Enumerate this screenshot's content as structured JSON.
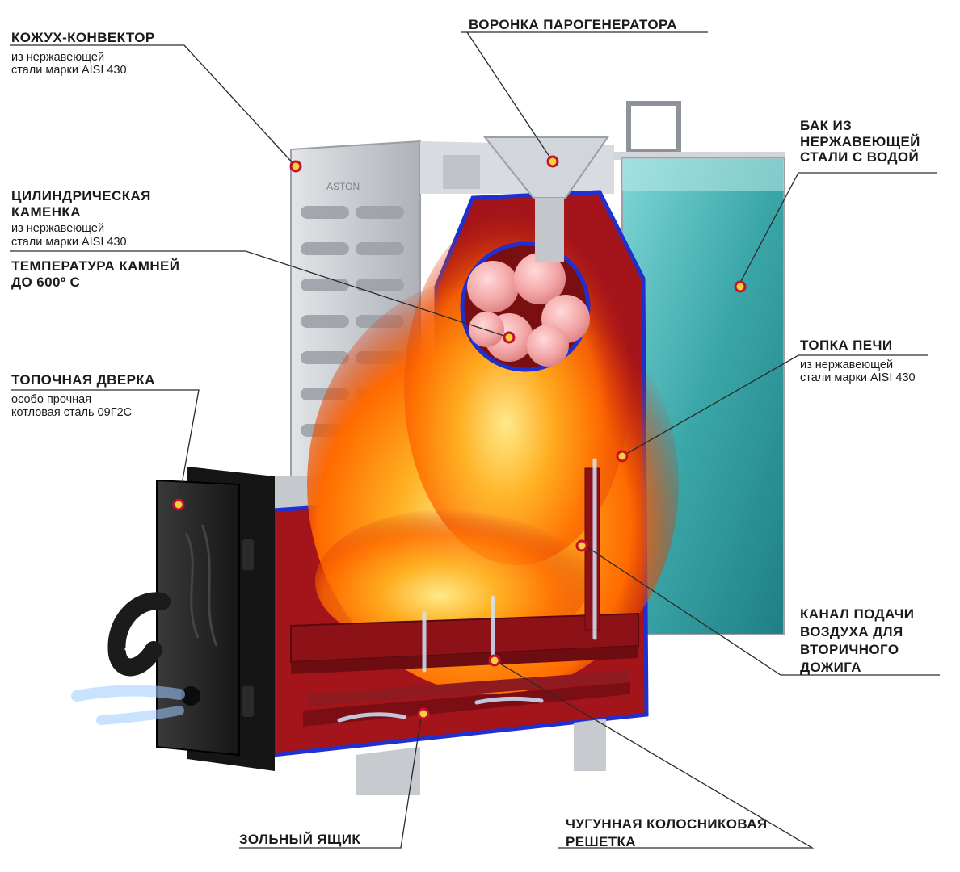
{
  "labels": {
    "convector": {
      "title": "КОЖУХ-КОНВЕКТОР",
      "sub": "из нержавеющей\nстали марки AISI 430"
    },
    "funnel": {
      "title": "ВОРОНКА ПАРОГЕНЕРАТОРА"
    },
    "tank": {
      "title": "БАК ИЗ\nНЕРЖАВЕЮЩЕЙ\nСТАЛИ С ВОДОЙ"
    },
    "heater": {
      "title": "ЦИЛИНДРИЧЕСКАЯ\nКАМЕНКА",
      "sub": "из нержавеющей\nстали марки AISI 430"
    },
    "stones_temp": {
      "title": "ТЕМПЕРАТУРА КАМНЕЙ\nДО 600º С"
    },
    "firebox": {
      "title": "ТОПКА ПЕЧИ",
      "sub": "из нержавеющей\nстали марки AISI 430"
    },
    "door": {
      "title": "ТОПОЧНАЯ ДВЕРКА",
      "sub": "особо прочная\nкотловая сталь 09Г2С"
    },
    "air_channel": {
      "title": "КАНАЛ ПОДАЧИ\nВОЗДУХА ДЛЯ\nВТОРИЧНОГО\nДОЖИГА"
    },
    "ash_box": {
      "title": "ЗОЛЬНЫЙ ЯЩИК"
    },
    "grate": {
      "title": "ЧУГУННАЯ КОЛОСНИКОВАЯ\nРЕШЕТКА"
    }
  },
  "brand": "ASTON",
  "colors": {
    "marker_fill": "#f5d23a",
    "marker_ring": "#c8102e",
    "firebox_red": "#a3141b",
    "outline_blue": "#1f2fd0",
    "water": "#3aa6a8",
    "steel": "#c9ccd0",
    "door_black": "#222222"
  }
}
